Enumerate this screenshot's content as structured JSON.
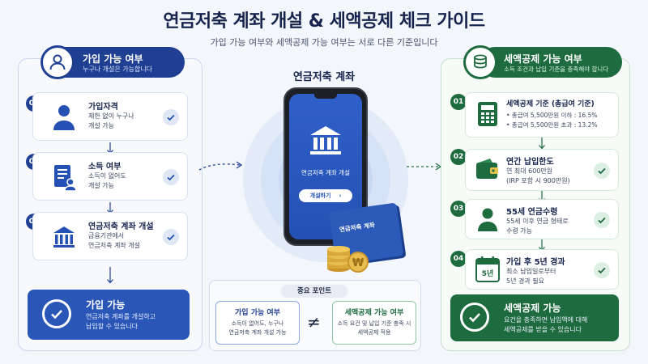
{
  "header": {
    "title": "연금저축 계좌 개설 & 세액공제 체크 가이드",
    "subtitle": "가입 가능 여부와 세액공제 가능 여부는 서로 다른 기준입니다"
  },
  "left": {
    "title": "가입 가능 여부",
    "subtitle": "누구나 개설은 가능합니다",
    "steps": [
      {
        "num": "01",
        "title": "가입자격",
        "desc": "제한 없이 누구나\n개설 가능"
      },
      {
        "num": "02",
        "title": "소득 여부",
        "desc": "소득이 없어도\n개설 가능"
      },
      {
        "num": "03",
        "title": "연금저축 계좌 개설",
        "desc": "금융기관에서\n연금저축 계좌 개설"
      }
    ],
    "result": {
      "title": "가입 가능",
      "desc": "연금저축 계좌를 개설하고\n납입할 수 있습니다"
    }
  },
  "center": {
    "title": "연금저축 계좌",
    "phone_label": "연금저축 계좌 개설",
    "phone_button": "개설하기",
    "passbook_label": "연금저축 계좌",
    "points": {
      "tag": "중요 포인트",
      "left_title": "가입 가능 여부",
      "left_desc": "소득이 없어도, 누구나\n연금저축 계좌 개설 가능",
      "neq": "≠",
      "right_title": "세액공제 가능 여부",
      "right_desc": "소득 요건 및 납입 기준 충족 시\n세액공제 적용"
    }
  },
  "right": {
    "title": "세액공제 가능 여부",
    "subtitle": "소득 조건과 납입 기준을 충족해야 합니다",
    "steps": [
      {
        "num": "01",
        "title": "세액공제 기준 (총급여 기준)",
        "desc": "• 총급여 5,500만원 이하 : 16.5%\n• 총급여 5,500만원 초과 : 13.2%"
      },
      {
        "num": "02",
        "title": "연간 납입한도",
        "desc": "연 최대 600만원\n(IRP 포함 시 900만원)"
      },
      {
        "num": "03",
        "title": "55세 연금수령",
        "desc": "55세 이후 연금 형태로\n수령 가능"
      },
      {
        "num": "04",
        "title": "가입 후 5년 경과",
        "desc": "최소 납입일로부터\n5년 경과 필요",
        "icon_text": "5년"
      }
    ],
    "result": {
      "title": "세액공제 가능",
      "desc": "요건을 충족하면 납입액에 대해\n세액공제를 받을 수 있습니다"
    }
  },
  "colors": {
    "blue": "#1f3f93",
    "green": "#1d6b3f",
    "accent_blue": "#2a56b8"
  }
}
